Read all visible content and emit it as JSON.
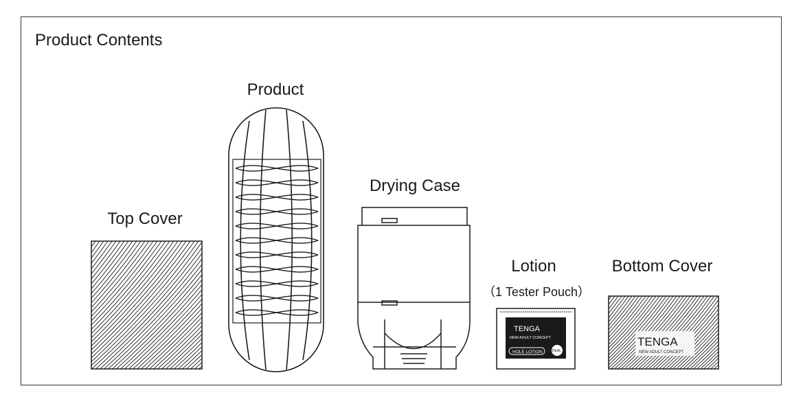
{
  "title": "Product Contents",
  "items": [
    {
      "name": "Top Cover"
    },
    {
      "name": "Product"
    },
    {
      "name": "Drying Case"
    },
    {
      "name": "Lotion",
      "note": "（1 Tester Pouch）",
      "pouch": {
        "brand": "TENGA",
        "tagline": "NEW ADULT CONCEPT",
        "product": "HOLE LOTION",
        "badge": "REAL"
      }
    },
    {
      "name": "Bottom Cover",
      "print": {
        "brand": "TENGA",
        "tagline": "NEW ADULT CONCEPT"
      }
    }
  ]
}
